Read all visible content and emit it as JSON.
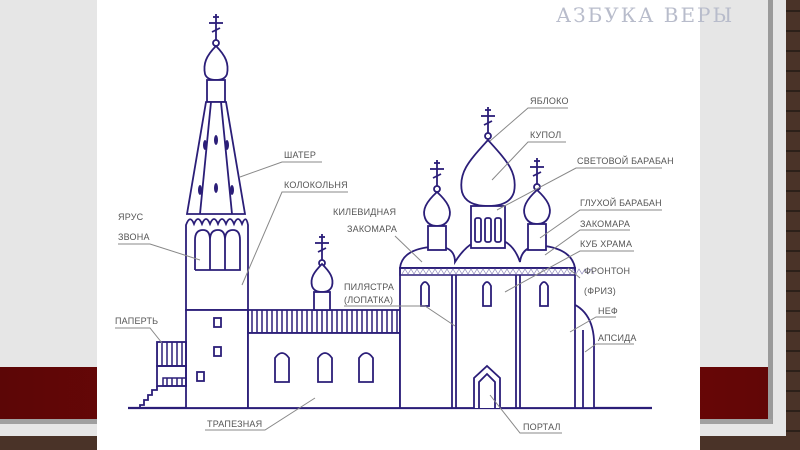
{
  "logo": "АЗБУКА ВЕРЫ",
  "labels": {
    "shater": "ШАТЕР",
    "kolokolnya": "КОЛОКОЛЬНЯ",
    "yarus": "ЯРУС",
    "zvona": "ЗВОНА",
    "kilevidnaya": "КИЛЕВИДНАЯ",
    "zakomara_left": "ЗАКОМАРА",
    "pilyastra": "ПИЛЯСТРА",
    "lopatka": "(ЛОПАТКА)",
    "papert": "ПАПЕРТЬ",
    "trapeznaya": "ТРАПЕЗНАЯ",
    "yabloko": "ЯБЛОКО",
    "kupol": "КУПОЛ",
    "svetovoy_baraban": "СВЕТОВОЙ БАРАБАН",
    "glukhoy_baraban": "ГЛУХОЙ БАРАБАН",
    "zakomara_right": "ЗАКОМАРА",
    "kub_khrama": "КУБ ХРАМА",
    "fronton": "ФРОНТОН",
    "friz": "(ФРИЗ)",
    "nef": "НЕФ",
    "apsida": "АПСИДА",
    "portal": "ПОРТАЛ"
  },
  "colors": {
    "ink": "#2b1e78",
    "band": "#7a0909"
  }
}
